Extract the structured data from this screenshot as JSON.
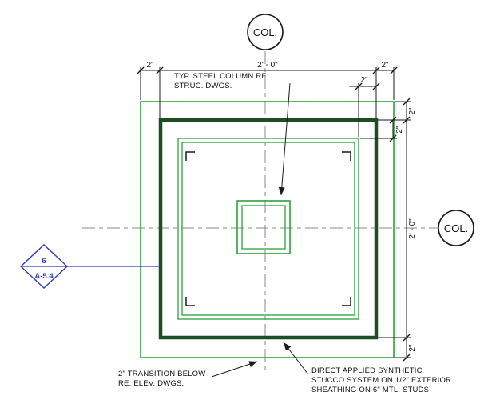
{
  "labels": {
    "col_top": "COL.",
    "col_right": "COL."
  },
  "dimensions": {
    "top_left": "2\"",
    "top_center": "2' - 0\"",
    "top_right": "2\"",
    "top_inner": "2\"",
    "right_outer_top": "2\"",
    "right_inner_top": "2\"",
    "right_center": "2' - 0\"",
    "right_bottom": "2\""
  },
  "callout": {
    "detail_number": "6",
    "sheet_number": "A-5.4"
  },
  "notes": {
    "steel_column_line1": "TYP. STEEL COLUMN RE:",
    "steel_column_line2": "STRUC. DWGS.",
    "transition_line1": "2\" TRANSITION BELOW",
    "transition_line2": "RE: ELEV. DWGS.",
    "stucco_line1": "DIRECT APPLIED SYNTHETIC",
    "stucco_line2": "STUCCO SYSTEM ON 1/2\" EXTERIOR",
    "stucco_line3": "SHEATHING ON 6\" MTL. STUDS"
  },
  "colors": {
    "green_light": "#2ca23c",
    "green_dark": "#1e4d21",
    "line_dark": "#1a1a1a",
    "text": "#111111",
    "centerline": "#8a8a8a",
    "callout_blue": "#2e3bc0"
  }
}
